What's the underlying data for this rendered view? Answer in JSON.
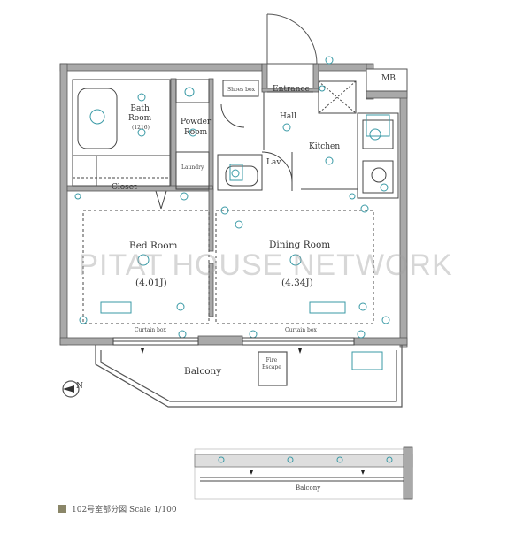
{
  "rooms": {
    "bath_room": "Bath\nRoom",
    "bath_size": "(1216)",
    "powder_room": "Powder\nRoom",
    "shoes_box": "Shoes box",
    "entrance": "Entrance",
    "mb": "MB",
    "hall": "Hall",
    "kitchen": "Kitchen",
    "laundry": "Laundry",
    "lav": "Lav.",
    "closet": "Closet",
    "bed_room": "Bed Room",
    "bed_room_size": "(4.01J)",
    "dining_room": "Dining Room",
    "dining_room_size": "(4.34J)",
    "balcony": "Balcony",
    "fire_escape": "Fire\nEscape",
    "curtain_box_1": "Curtain box",
    "curtain_box_2": "Curtain box",
    "balcony_bottom": "Balcony"
  },
  "watermark": "PITAT HOUSE NETWORK",
  "caption": "102号室部分図  Scale 1/100",
  "compass_letter": "N",
  "colors": {
    "wall": "#a9a9a9",
    "wall_outline": "#555555",
    "fixture": "#3a9aa6",
    "line": "#444444",
    "legend": "#8a8668"
  }
}
